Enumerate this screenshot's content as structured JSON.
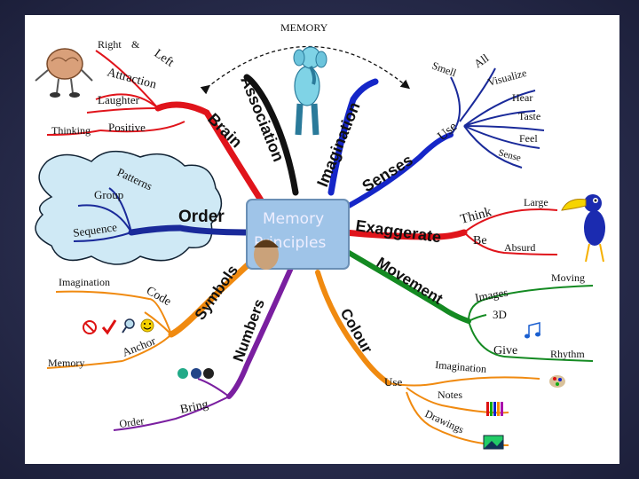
{
  "title": "MEMORY",
  "center": {
    "line1": "Memory",
    "line2": "Principles"
  },
  "branches": {
    "association": "Association",
    "imagination": "Imagination",
    "brain": "Brain",
    "order": "Order",
    "symbols": "Symbols",
    "numbers": "Numbers",
    "colour": "Colour",
    "senses": "Senses",
    "exaggerate": "Exaggerate",
    "movement": "Movement"
  },
  "brain": {
    "right": "Right",
    "amp": "&",
    "left": "Left",
    "attraction": "Attraction",
    "laughter": "Laughter",
    "positive": "Positive",
    "thinking": "Thinking"
  },
  "order": {
    "patterns": "Patterns",
    "group": "Group",
    "sequence": "Sequence"
  },
  "symbols": {
    "imagination": "Imagination",
    "code": "Code",
    "anchor": "Anchor",
    "memory": "Memory"
  },
  "numbers": {
    "bring": "Bring",
    "order": "Order"
  },
  "senses": {
    "use": "Use",
    "smell": "Smell",
    "all": "All",
    "visualize": "Visualize",
    "hear": "Hear",
    "taste": "Taste",
    "feel": "Feel",
    "sense": "Sense"
  },
  "exaggerate": {
    "think": "Think",
    "be": "Be",
    "large": "Large",
    "absurd": "Absurd"
  },
  "movement": {
    "images": "Images",
    "moving": "Moving",
    "three_d": "3D",
    "give": "Give",
    "rhythm": "Rhythm"
  },
  "colour": {
    "use": "Use",
    "imagination": "Imagination",
    "notes": "Notes",
    "drawings": "Drawings"
  },
  "colors": {
    "red": "#e0141b",
    "black": "#111111",
    "blue": "#1526c8",
    "navy": "#1a2a9a",
    "orange": "#f08a10",
    "purple": "#7a1fa0",
    "green": "#148a22",
    "cloud": "#cfe9f5"
  },
  "icons": [
    "brain-character-icon",
    "elephant-icon",
    "toucan-icon",
    "no-sign-icon",
    "checkmark-icon",
    "magnifier-icon",
    "smiley-icon",
    "number-balls-icon",
    "music-notes-icon",
    "paint-palette-icon",
    "crayons-icon",
    "picture-icon"
  ]
}
